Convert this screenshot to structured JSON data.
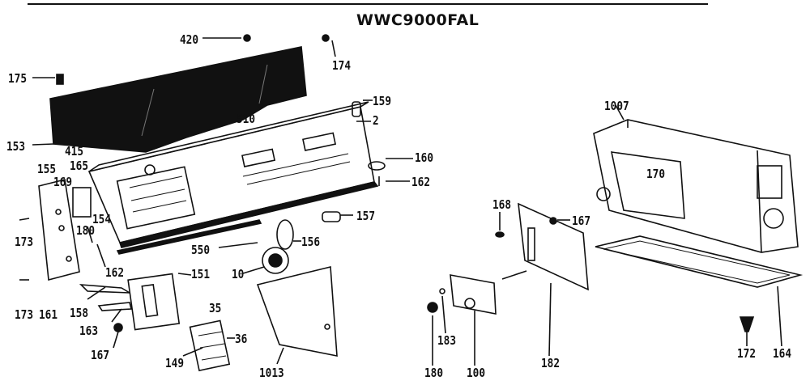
{
  "title": "WWC9000FAL",
  "parts": [
    {
      "id": "420"
    },
    {
      "id": "174"
    },
    {
      "id": "175"
    },
    {
      "id": "153"
    },
    {
      "id": "510"
    },
    {
      "id": "159"
    },
    {
      "id": "2"
    },
    {
      "id": "415"
    },
    {
      "id": "165"
    },
    {
      "id": "155"
    },
    {
      "id": "169"
    },
    {
      "id": "160"
    },
    {
      "id": "162"
    },
    {
      "id": "173"
    },
    {
      "id": "154"
    },
    {
      "id": "180"
    },
    {
      "id": "162"
    },
    {
      "id": "157"
    },
    {
      "id": "156"
    },
    {
      "id": "550"
    },
    {
      "id": "10"
    },
    {
      "id": "151"
    },
    {
      "id": "173"
    },
    {
      "id": "161"
    },
    {
      "id": "158"
    },
    {
      "id": "163"
    },
    {
      "id": "167"
    },
    {
      "id": "35"
    },
    {
      "id": "36"
    },
    {
      "id": "149"
    },
    {
      "id": "1013"
    },
    {
      "id": "1007"
    },
    {
      "id": "170"
    },
    {
      "id": "168"
    },
    {
      "id": "167"
    },
    {
      "id": "183"
    },
    {
      "id": "180"
    },
    {
      "id": "100"
    },
    {
      "id": "182"
    },
    {
      "id": "172"
    },
    {
      "id": "164"
    }
  ]
}
